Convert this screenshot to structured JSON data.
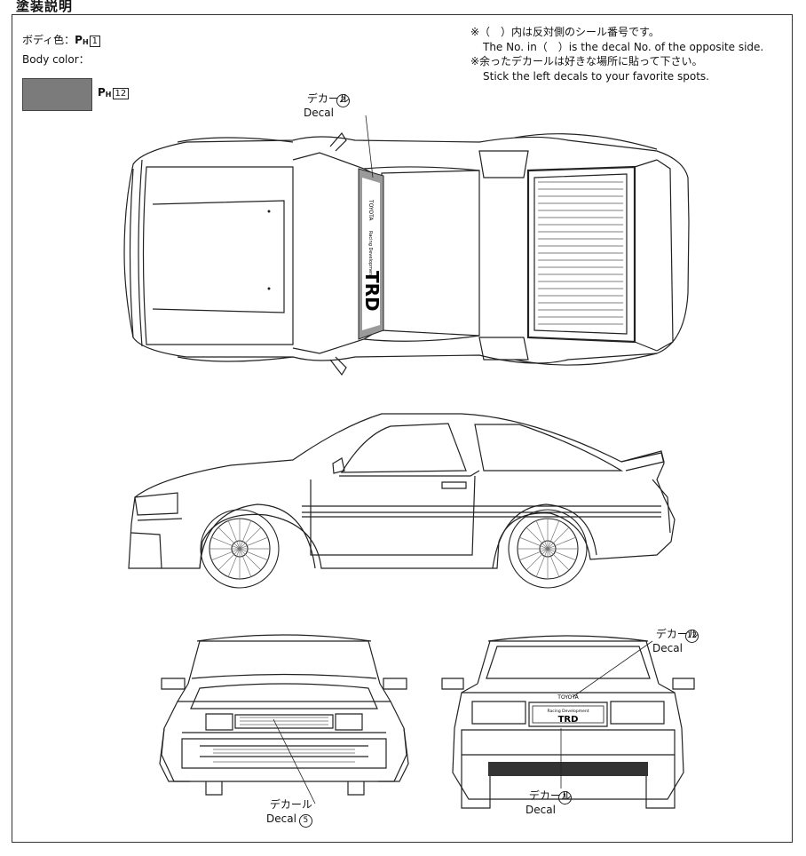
{
  "header": {
    "title": "塗装説明"
  },
  "body_color": {
    "label_jp": "ボディ色：",
    "paint_prefix": "P",
    "paint_sub": "H",
    "paint_num": "1",
    "label_en": "Body color：",
    "swatch_color": "#7b7b7b",
    "swatch_num": "12"
  },
  "notes": {
    "line1": "※（　）内は反対側のシール番号です。",
    "line2": "The No. in（　）is the decal No. of the opposite side.",
    "line3": "※余ったデカールは好きな場所に貼って下さい。",
    "line4": "Stick the left decals to your favorite spots."
  },
  "callouts": [
    {
      "jp": "デカール",
      "en": "Decal",
      "num": "2"
    },
    {
      "jp": "デカール",
      "en": "Decal",
      "num": "12"
    },
    {
      "jp": "デカール",
      "en": "Decal",
      "num": "5"
    },
    {
      "jp": "デカール",
      "en": "Decal",
      "num": "1"
    }
  ],
  "car_text": {
    "toyota": "TOYOTA",
    "racing": "Racing Development",
    "trd": "TRD"
  }
}
